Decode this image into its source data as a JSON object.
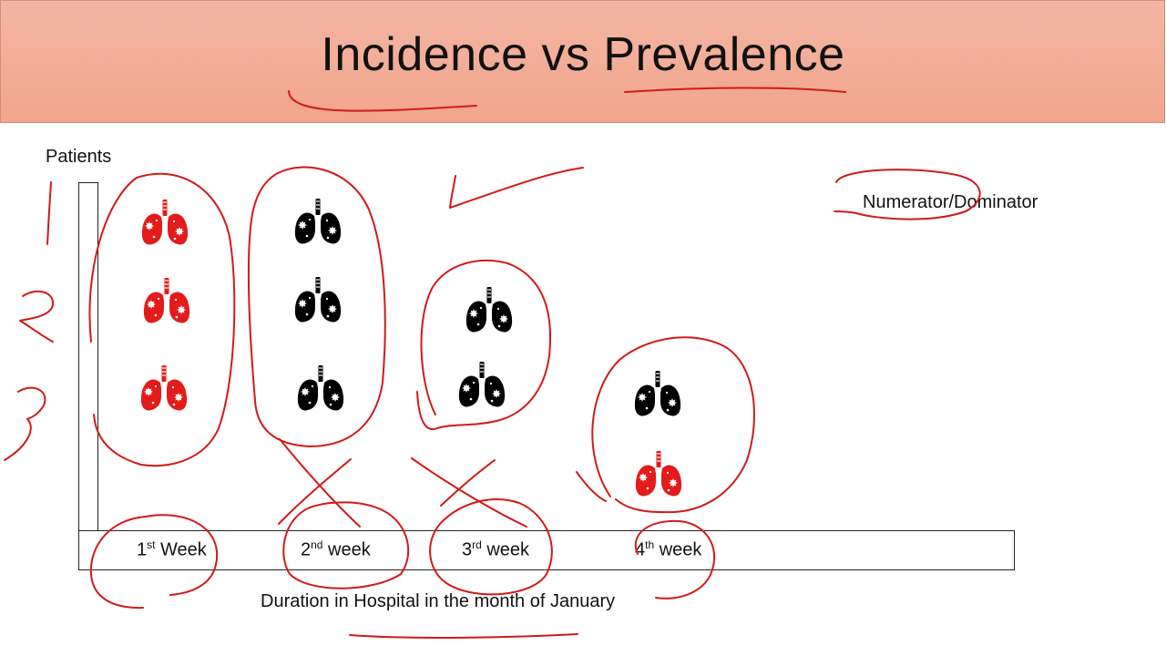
{
  "slide": {
    "title": "Incidence vs Prevalence",
    "y_axis_label": "Patients",
    "note": "Numerator/Dominator",
    "x_axis_title": "Duration in Hospital in the month of January",
    "weeks": [
      {
        "ordinal": "1",
        "suffix": "st",
        "word": "Week"
      },
      {
        "ordinal": "2",
        "suffix": "nd",
        "word": "week"
      },
      {
        "ordinal": "3",
        "suffix": "rd",
        "word": "week"
      },
      {
        "ordinal": "4",
        "suffix": "th",
        "word": "week"
      }
    ]
  },
  "colors": {
    "title_band": "#f2a58c",
    "new_case_lung": "#e31b1b",
    "existing_case_lung": "#000000",
    "annotation_ink": "#d11a1a"
  },
  "icons": {
    "lung": "lungs-icon"
  }
}
